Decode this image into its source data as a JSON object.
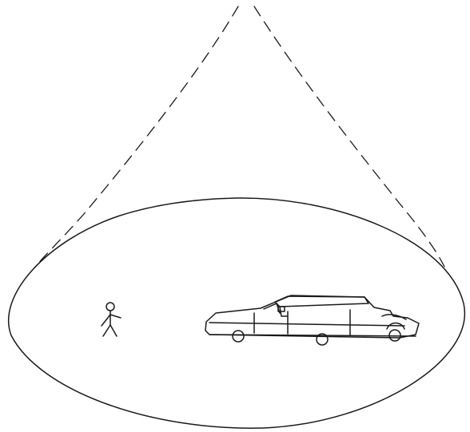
{
  "figure": {
    "colors": {
      "ink": "#1a1a1a",
      "background": "#ffffff",
      "cone_fill": "#ffffff"
    },
    "elements": [
      "cone-boundary",
      "ground-ellipse",
      "stick-figure",
      "limousine"
    ]
  }
}
